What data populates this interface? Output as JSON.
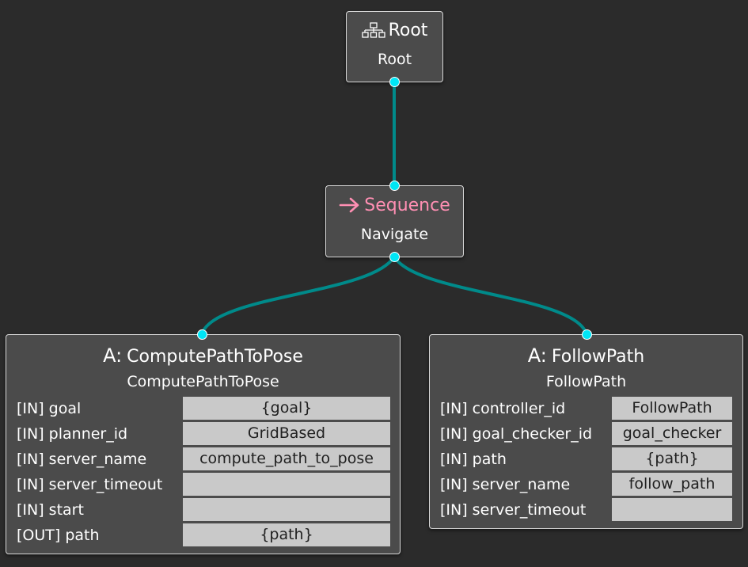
{
  "colors": {
    "background": "#2b2b2b",
    "node_fill": "#4b4b4b",
    "node_border": "#d8d8d8",
    "edge": "#008a8a",
    "port": "#00e5f5",
    "sequence_label": "#ff8fb3",
    "port_value_fill": "#c9c9c9"
  },
  "nodes": {
    "root": {
      "icon": "tree-hierarchy-icon",
      "kind": "Root",
      "name": "Root"
    },
    "sequence": {
      "icon": "right-arrow-icon",
      "kind": "Sequence",
      "name": "Navigate"
    },
    "compute": {
      "prefix": "A:",
      "kind": "ComputePathToPose",
      "name": "ComputePathToPose",
      "ports": [
        {
          "label": "[IN] goal",
          "value": "{goal}"
        },
        {
          "label": "[IN] planner_id",
          "value": "GridBased"
        },
        {
          "label": "[IN] server_name",
          "value": "compute_path_to_pose"
        },
        {
          "label": "[IN] server_timeout",
          "value": ""
        },
        {
          "label": "[IN] start",
          "value": ""
        },
        {
          "label": "[OUT] path",
          "value": "{path}"
        }
      ]
    },
    "follow": {
      "prefix": "A:",
      "kind": "FollowPath",
      "name": "FollowPath",
      "ports": [
        {
          "label": "[IN] controller_id",
          "value": "FollowPath"
        },
        {
          "label": "[IN] goal_checker_id",
          "value": "goal_checker"
        },
        {
          "label": "[IN] path",
          "value": "{path}"
        },
        {
          "label": "[IN] server_name",
          "value": "follow_path"
        },
        {
          "label": "[IN] server_timeout",
          "value": ""
        }
      ]
    }
  },
  "edges": [
    {
      "from": "root",
      "to": "sequence"
    },
    {
      "from": "sequence",
      "to": "compute"
    },
    {
      "from": "sequence",
      "to": "follow"
    }
  ]
}
